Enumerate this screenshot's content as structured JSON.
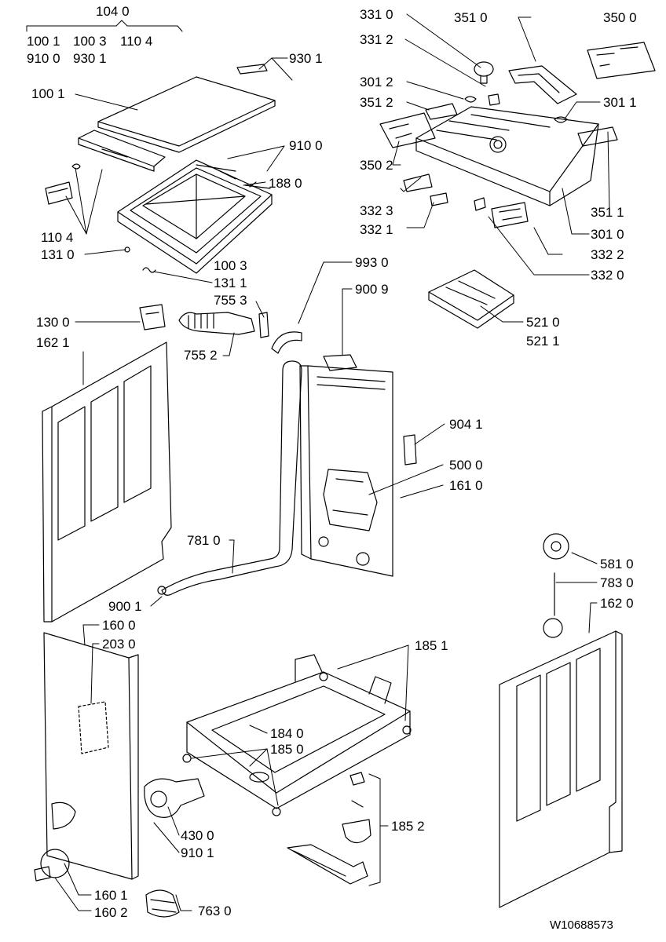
{
  "diagram": {
    "drawing_code": "W10688573",
    "callouts": {
      "c1040": "104 0",
      "c1001a": "100 1",
      "c1003a": "100 3",
      "c1104a": "110 4",
      "c9100a": "910 0",
      "c9301a": "930 1",
      "c9301b": "930 1",
      "c1001b": "100 1",
      "c9100b": "910 0",
      "c1880": "188 0",
      "c1104b": "110 4",
      "c1310": "131 0",
      "c1003b": "100 3",
      "c1311": "131 1",
      "c7553": "755 3",
      "c7552": "755 2",
      "c1300": "130 0",
      "c1621": "162 1",
      "c3310": "331 0",
      "c3312": "331 2",
      "c3510": "351 0",
      "c3500": "350 0",
      "c3012": "301 2",
      "c3011": "301 1",
      "c3512": "351 2",
      "c3502": "350 2",
      "c3323": "332 3",
      "c3321": "332 1",
      "c3511": "351 1",
      "c3010": "301 0",
      "c3322": "332 2",
      "c3320": "332 0",
      "c9930": "993 0",
      "c9009": "900 9",
      "c5210": "521 0",
      "c5211": "521 1",
      "c9041": "904 1",
      "c5000": "500 0",
      "c1610": "161 0",
      "c7810": "781 0",
      "c9001": "900 1",
      "c5810": "581 0",
      "c7830": "783 0",
      "c1620": "162 0",
      "c1600": "160 0",
      "c2030": "203 0",
      "c1851": "185 1",
      "c1840": "184 0",
      "c1850": "185 0",
      "c4300": "430 0",
      "c9101": "910 1",
      "c1852": "185 2",
      "c1601": "160 1",
      "c1602": "160 2",
      "c7630": "763 0"
    }
  }
}
